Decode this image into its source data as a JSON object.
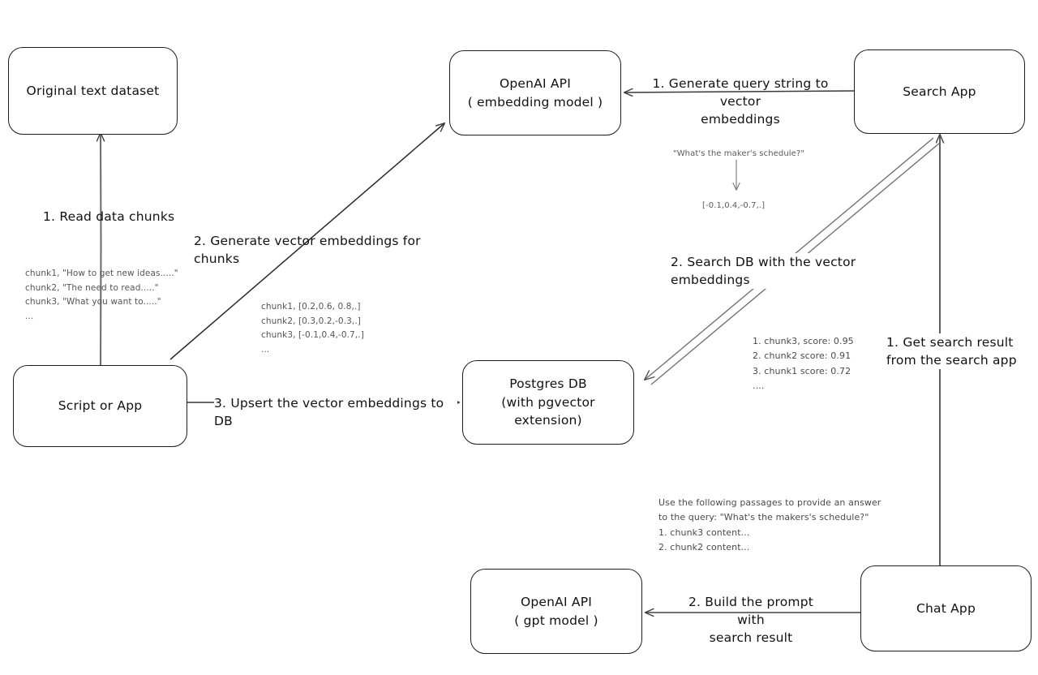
{
  "diagram": {
    "title": "Vector search / RAG pipeline diagram",
    "stroke_color": "#1d1d1d",
    "note_color": "#555555",
    "background": "#ffffff"
  },
  "nodes": {
    "original_dataset": {
      "label": "Original text dataset"
    },
    "script_or_app": {
      "label": "Script or App"
    },
    "openai_embedding": {
      "label": "OpenAI API\n( embedding model )"
    },
    "postgres_db": {
      "label": "Postgres DB\n(with pgvector extension)"
    },
    "search_app": {
      "label": "Search App"
    },
    "chat_app": {
      "label": "Chat App"
    },
    "openai_gpt": {
      "label": "OpenAI API\n( gpt model )"
    }
  },
  "edge_labels": {
    "read_data_chunks": "1. Read data chunks",
    "generate_vector_embeddings": "2. Generate vector embeddings for chunks",
    "upsert_to_db": "3. Upsert the vector embeddings  to DB",
    "generate_query_string": "1. Generate query string to vector\nembeddings",
    "search_db": "2. Search DB with the vector embeddings",
    "get_search_result": "1. Get search result\nfrom the search app",
    "build_prompt": "2. Build the prompt with\nsearch result"
  },
  "notes": {
    "raw_chunks": "chunk1, \"How to get new ideas.....\"\nchunk2, \"The need to read.....\"\nchunk3, \"What you want to.....\"\n...",
    "chunk_embeddings": "chunk1, [0.2,0.6, 0.8,.]\nchunk2, [0.3,0.2,-0.3,.]\nchunk3, [-0.1,0.4,-0.7,.]\n...",
    "query_string": "\"What's the maker's schedule?\"",
    "query_vector": "[-0.1,0.4,-0.7,.]",
    "search_results": "1. chunk3, score: 0.95\n2. chunk2 score: 0.91\n3. chunk1 score: 0.72\n....",
    "prompt_text": "Use the following passages to provide an answer\nto the query: \"What's the makers's schedule?\"\n1. chunk3 content...\n2. chunk2 content..."
  }
}
